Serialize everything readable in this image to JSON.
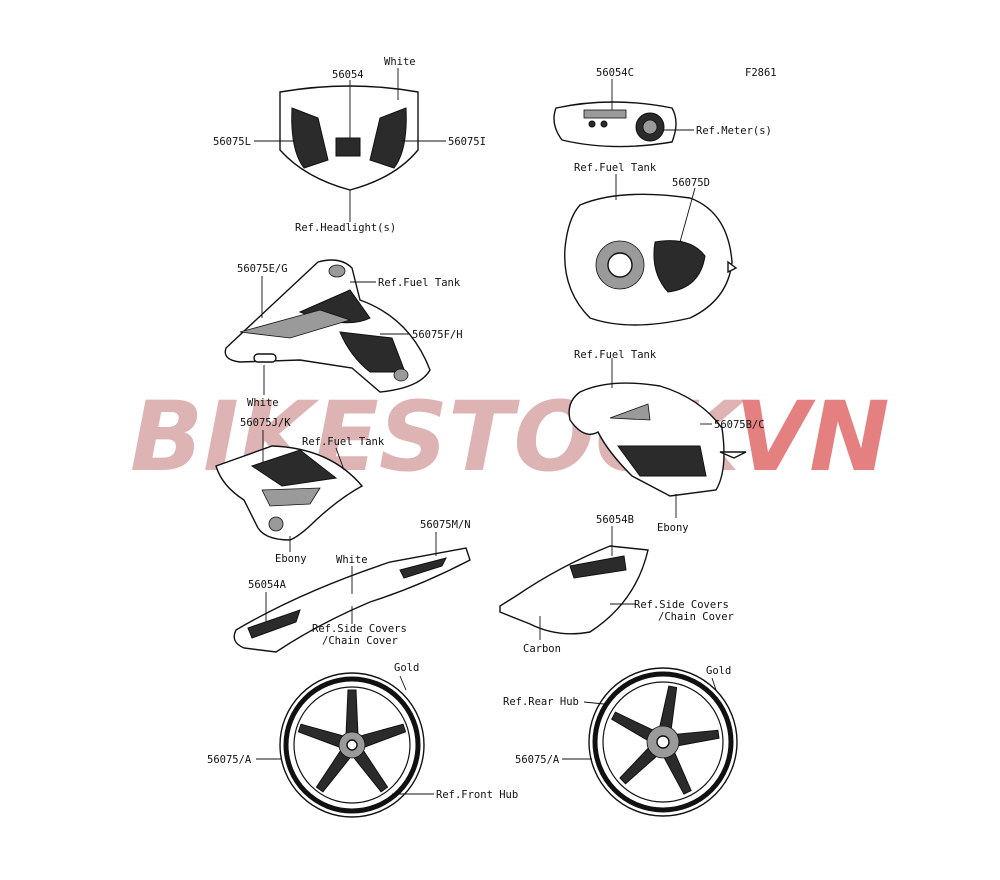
{
  "figure_code": "F2861",
  "watermark": {
    "part1": "BIKESTOCK",
    "part2": "VN",
    "color1": "#d9a6a6",
    "color2": "#e06a6a"
  },
  "labels": {
    "l56054": "56054",
    "white_top": "White",
    "l56075L": "56075L",
    "l56075I": "56075I",
    "ref_headlight": "Ref.Headlight(s)",
    "l56054C": "56054C",
    "ref_meter": "Ref.Meter(s)",
    "ref_fuel_tank_1": "Ref.Fuel Tank",
    "l56075D": "56075D",
    "l56075EG": "56075E/G",
    "ref_fuel_tank_2": "Ref.Fuel Tank",
    "l56075FH": "56075F/H",
    "white_mid": "White",
    "ref_fuel_tank_3": "Ref.Fuel Tank",
    "l56075BC": "56075B/C",
    "l56075JK": "56075J/K",
    "ref_fuel_tank_4": "Ref.Fuel Tank",
    "ebony_left": "Ebony",
    "ebony_right": "Ebony",
    "l56054B": "56054B",
    "l56075MN": "56075M/N",
    "white_low": "White",
    "l56054A": "56054A",
    "ref_side_covers_l1": "Ref.Side Covers",
    "ref_side_covers_l2": "/Chain Cover",
    "ref_side_covers_r1": "Ref.Side Covers",
    "ref_side_covers_r2": "/Chain Cover",
    "carbon": "Carbon",
    "gold_left": "Gold",
    "gold_right": "Gold",
    "ref_rear_hub": "Ref.Rear Hub",
    "l56075A_left": "56075/A",
    "l56075A_right": "56075/A",
    "ref_front_hub": "Ref.Front Hub"
  }
}
